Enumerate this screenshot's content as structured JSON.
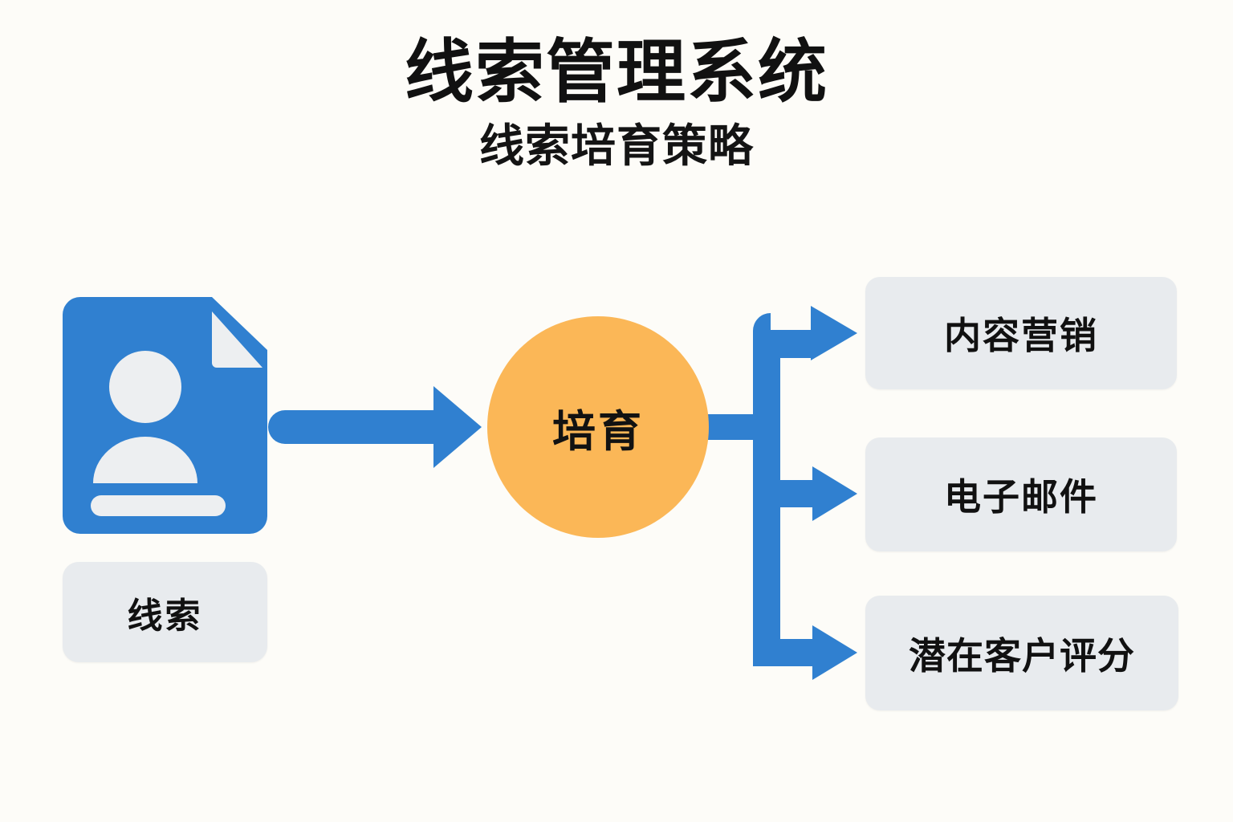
{
  "header": {
    "title": "线索管理系统",
    "subtitle": "线索培育策略"
  },
  "colors": {
    "background": "#FDFCF8",
    "accent_blue": "#3080D0",
    "accent_orange": "#FBB757",
    "chip_gray": "#E8EBEE",
    "text_dark": "#111111",
    "icon_light": "#EDEFF1"
  },
  "diagram": {
    "type": "flow",
    "source": {
      "icon": "contact-document-icon",
      "label": "线索"
    },
    "process": {
      "label": "培育",
      "shape": "circle",
      "color": "#FBB757"
    },
    "arrow_source_to_process": {
      "name": "arrow-lead-to-nurture",
      "direction": "right"
    },
    "branches": [
      {
        "label": "内容营销",
        "arrow": "arrow-branch-content-marketing"
      },
      {
        "label": "电子邮件",
        "arrow": "arrow-branch-email"
      },
      {
        "label": "潜在客户评分",
        "arrow": "arrow-branch-lead-scoring"
      }
    ]
  }
}
